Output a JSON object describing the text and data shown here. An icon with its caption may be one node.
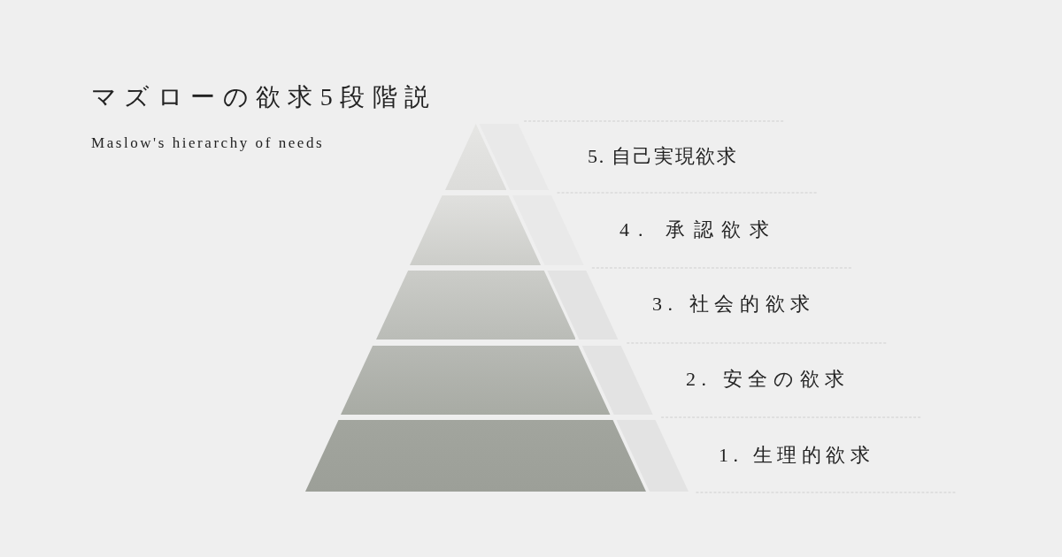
{
  "diagram": {
    "title": "マズローの欲求5段階説",
    "caption": "Maslow's hierarchy of needs",
    "nodes": [
      {
        "text": [],
        "shape": "triangle"
      },
      {
        "text": [],
        "shape": "bar"
      },
      {
        "text": [],
        "shape": "bar"
      },
      {
        "text": [],
        "shape": "bar"
      },
      {
        "text": [],
        "shape": "bar"
      }
    ],
    "labels": [
      "5. 自己実現欲求",
      "4. 承認欲求",
      "3. 社会的欲求",
      "2. 安全の欲求",
      "1. 生理的欲求"
    ]
  }
}
